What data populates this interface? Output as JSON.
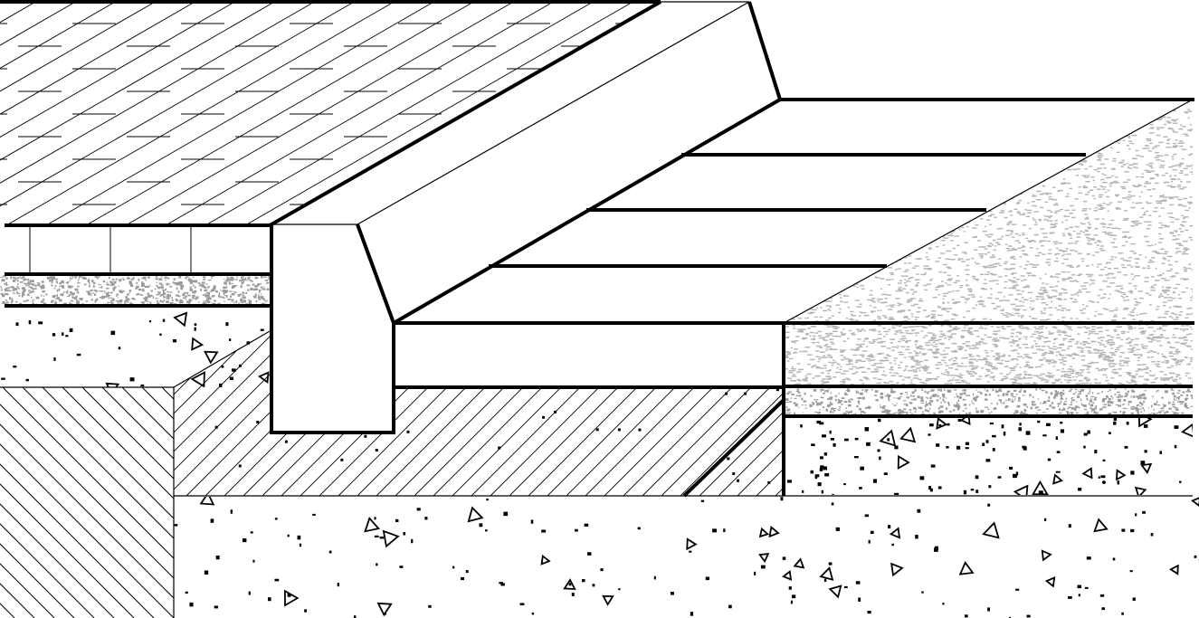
{
  "diagram": {
    "kind": "construction-section-detail",
    "background_color": "#ffffff",
    "line_color": "#000000",
    "fill_color_aggregate": "#9a9a9a",
    "fill_color_sand": "#b4b4b4",
    "layers": [
      {
        "id": "paving-slabs",
        "hatch": "brick-pattern"
      },
      {
        "id": "curb-stone",
        "hatch": "none"
      },
      {
        "id": "ramp-surface",
        "hatch": "none"
      },
      {
        "id": "asphalt-road",
        "hatch": "fine-dots"
      },
      {
        "id": "gravel-bedding",
        "hatch": "coarse-dots"
      },
      {
        "id": "concrete-base",
        "hatch": "triangles-and-dots"
      },
      {
        "id": "compacted-fill",
        "hatch": "diagonal-lines"
      },
      {
        "id": "subgrade",
        "hatch": "concrete-speckle"
      },
      {
        "id": "natural-soil",
        "hatch": "diagonal-lines-dense"
      }
    ]
  }
}
